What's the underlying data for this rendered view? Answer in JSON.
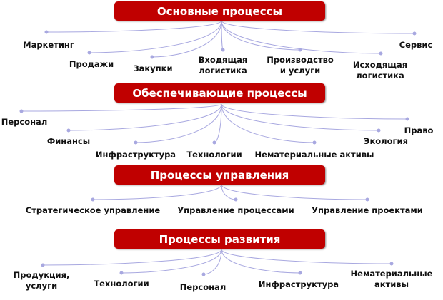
{
  "groups": [
    {
      "title": "Основные процессы",
      "items": [
        "Маркетинг",
        "Продажи",
        "Закупки",
        "Входящая логистика",
        "Производство и услуги",
        "Исходящая логистика",
        "Сервис"
      ]
    },
    {
      "title": "Обеспечивающие процессы",
      "items": [
        "Персонал",
        "Финансы",
        "Инфраструктура",
        "Технологии",
        "Нематериальные  активы",
        "Экология",
        "Право"
      ]
    },
    {
      "title": "Процессы управления",
      "items": [
        "Стратегическое  управление",
        "Управление процессами",
        "Управление проектами"
      ]
    },
    {
      "title": "Процессы развития",
      "items": [
        "Продукция, услуги",
        "Технологии",
        "Персонал",
        "Инфраструктура",
        "Нематериальные активы"
      ]
    }
  ],
  "colors": {
    "box": "#c00000",
    "connector": "#a8a8e0"
  }
}
